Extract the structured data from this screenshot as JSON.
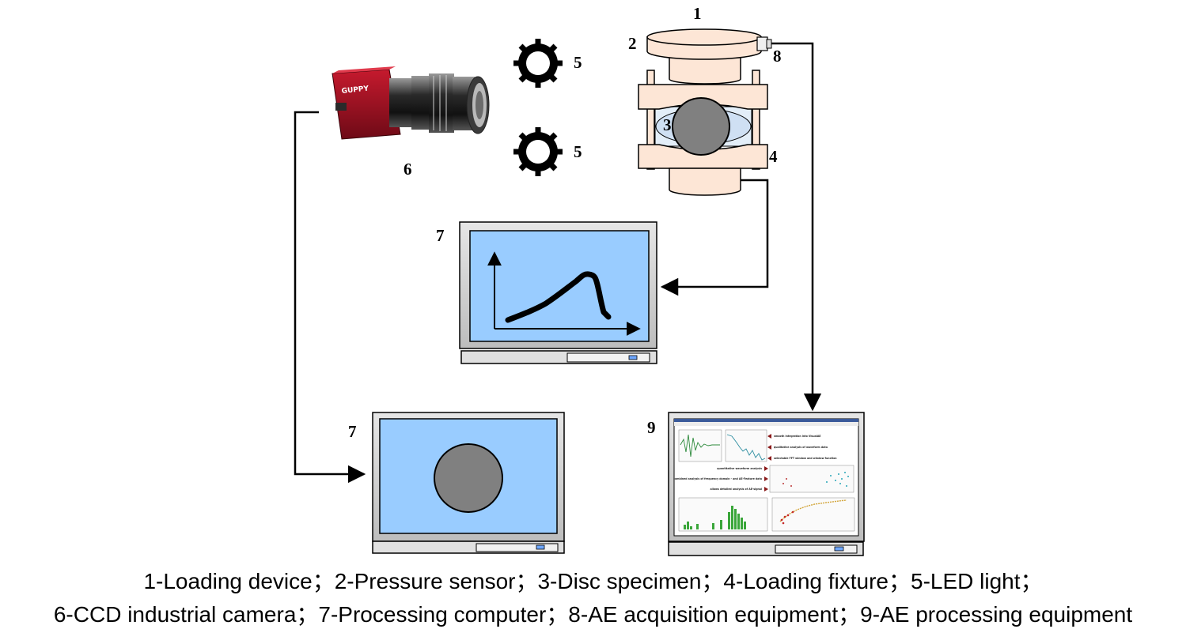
{
  "labels": {
    "loading_device": "1",
    "pressure_sensor": "2",
    "disc_specimen": "3",
    "loading_fixture": "4",
    "led_light_top": "5",
    "led_light_bottom": "5",
    "ccd_camera": "6",
    "processing_computer_curve": "7",
    "processing_computer_image": "7",
    "ae_acquisition": "8",
    "ae_processing": "9"
  },
  "camera_brand": "GUPPY",
  "ae_software_annotations": [
    "smooth integration into VisualAE",
    "qualitative analysis of waveform data",
    "selectable FFT window and window function",
    "quantitative waveform analysis",
    "combined analysis of frequency domain - and AE-Feature data",
    "allows detailed analysis of AE-signal"
  ],
  "legend": {
    "line1": "1-Loading device；2-Pressure sensor；3-Disc specimen；4-Loading fixture；5-LED light；",
    "line2": "6-CCD industrial camera；7-Processing computer；8-AE acquisition equipment；9-AE processing equipment"
  },
  "colors": {
    "screen_blue": "#99ccff",
    "specimen_gray": "#808080",
    "fixture_peach": "#fde6d6",
    "camera_red": "#a31224",
    "plot_green": "#3aa63a"
  }
}
